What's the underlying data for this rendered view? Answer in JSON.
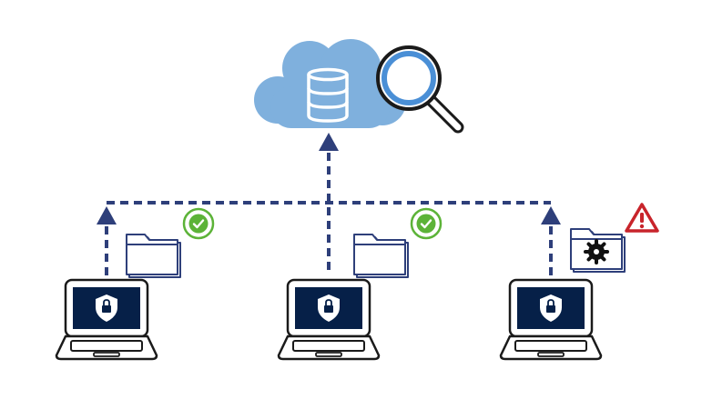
{
  "colors": {
    "cloud": "#7fb0dd",
    "navy": "#2e3f7a",
    "screen": "#062048",
    "ok_green": "#5cb338",
    "warn_red": "#c8242b",
    "outline": "#1a1a1a",
    "white": "#ffffff"
  },
  "cloud": {
    "icons": [
      "cloud-icon",
      "database-icon",
      "magnifier-icon"
    ]
  },
  "endpoints": [
    {
      "name": "left",
      "laptop_icon": "laptop-shield-icon",
      "file_icon": "folder-icon",
      "status": "ok",
      "status_icon": "check-circle-icon"
    },
    {
      "name": "center",
      "laptop_icon": "laptop-shield-icon",
      "file_icon": "folder-icon",
      "status": "ok",
      "status_icon": "check-circle-icon"
    },
    {
      "name": "right",
      "laptop_icon": "laptop-shield-icon",
      "file_icon": "folder-malware-icon",
      "status": "warning",
      "status_icon": "warning-triangle-icon"
    }
  ]
}
